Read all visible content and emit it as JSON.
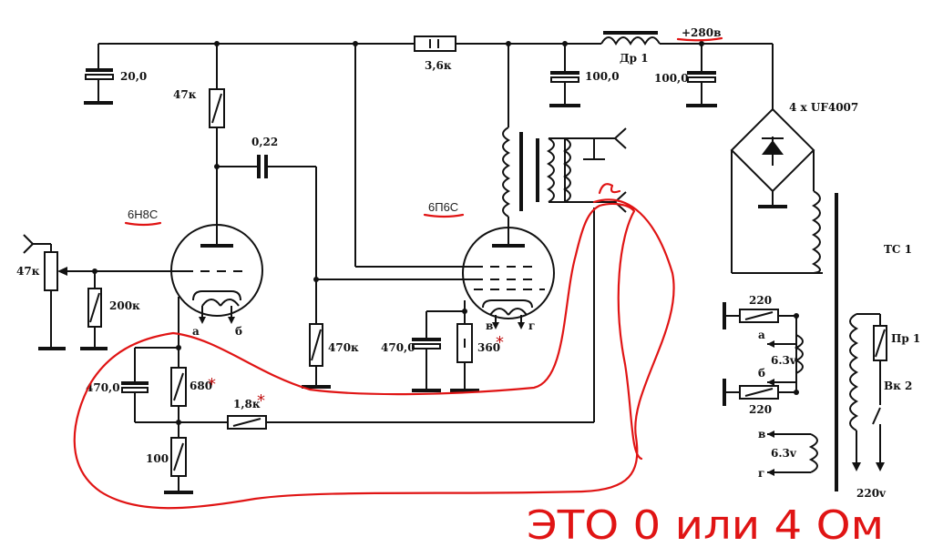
{
  "components": {
    "c_filter_left": "20,0",
    "r_anode": "47к",
    "c_coupling": "0,22",
    "r_dropper": "3,6к",
    "choke": "Др 1",
    "c_filter_mid": "100,0",
    "c_filter_right": "100,0",
    "supply_voltage": "+280в",
    "bridge": "4 x UF4007",
    "volume_pot": "47к",
    "r_grid1": "200к",
    "r_grid2": "470к",
    "tube1": "6Н8С",
    "tube2": "6П6С",
    "c_cathode1": "470,0",
    "r_cathode1": "680",
    "r_feedback": "1,8к",
    "r_bottom": "100",
    "c_cathode2": "470,0",
    "r_cathode2": "360",
    "transformer": "ТС 1",
    "r_hum1": "220",
    "r_hum2": "220",
    "heater1": "6.3v",
    "heater2": "6.3v",
    "fuse": "Пр 1",
    "switch": "Вк 2",
    "mains": "220v",
    "pin_a1": "а",
    "pin_b1": "б",
    "pin_v1": "в",
    "pin_g1": "г",
    "pin_a2": "а",
    "pin_b2": "б",
    "pin_v2": "в",
    "pin_g2": "г",
    "asterisk": "*"
  },
  "annotation": {
    "note": "ЭТО 0 или 4 Ом"
  },
  "colors": {
    "wire": "#111111",
    "annotation": "#e01414"
  }
}
